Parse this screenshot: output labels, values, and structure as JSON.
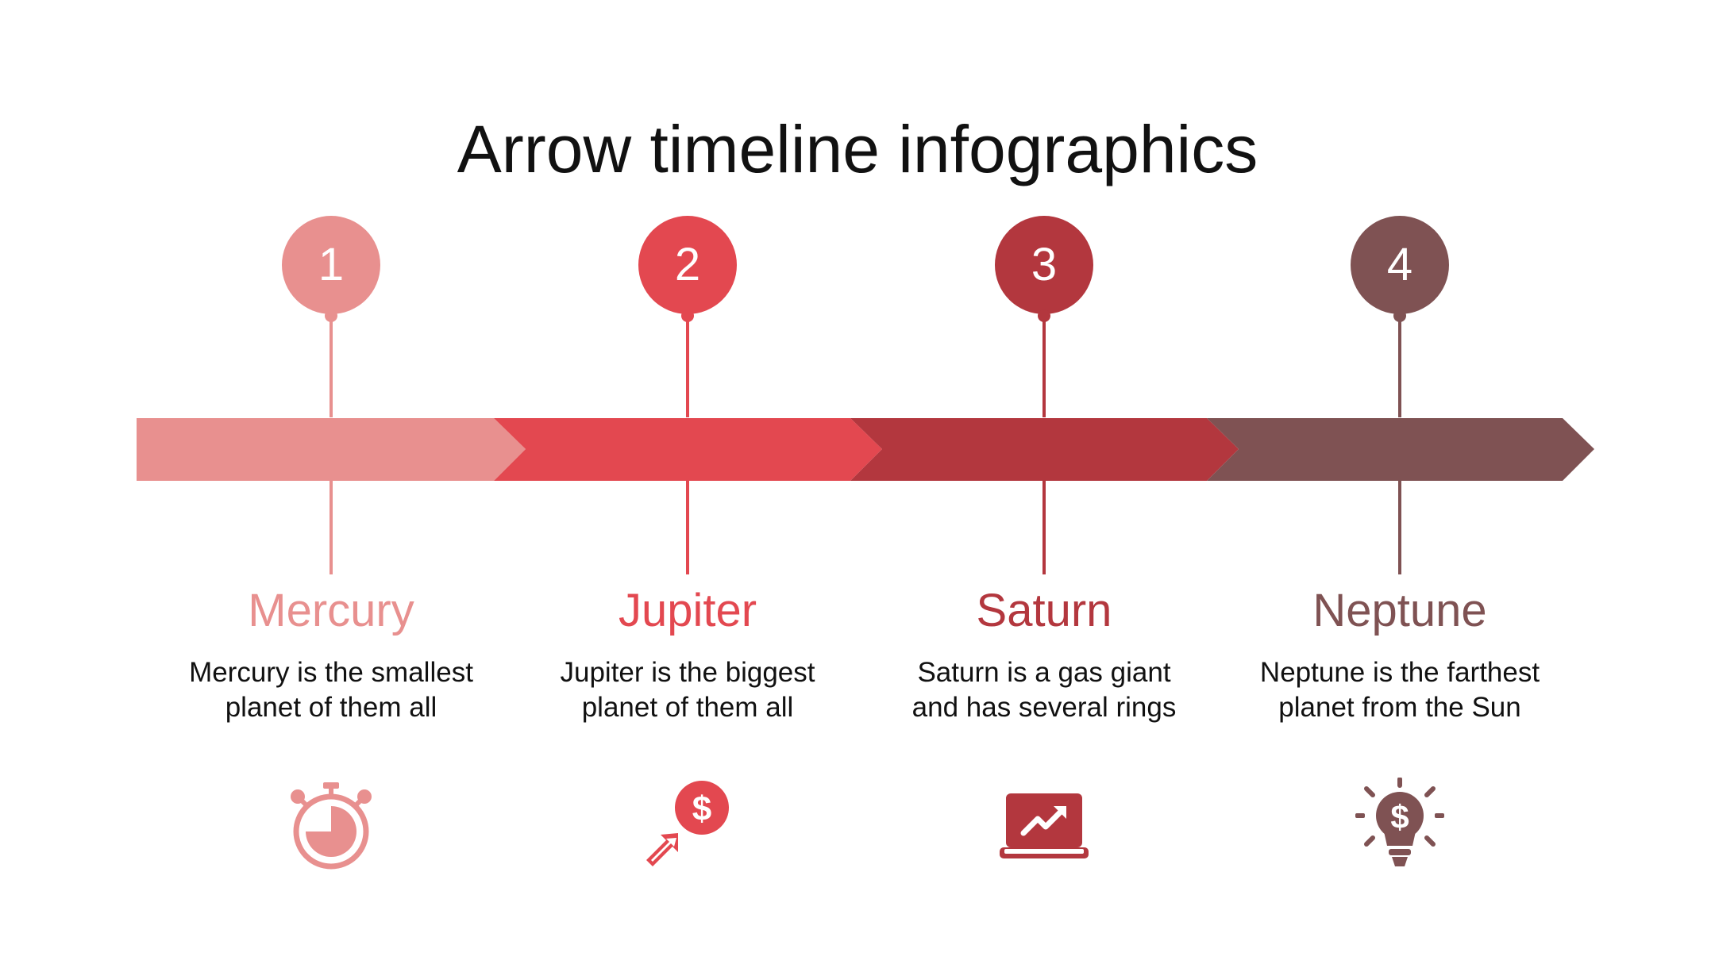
{
  "title": "Arrow timeline infographics",
  "colors": {
    "step1": "#e8908f",
    "step2": "#e34850",
    "step3": "#b3373e",
    "step4": "#7f5253"
  },
  "steps": [
    {
      "number": "1",
      "name": "Mercury",
      "desc_line1": "Mercury is the smallest",
      "desc_line2": "planet of them all",
      "icon": "stopwatch-icon",
      "color": "#e8908f"
    },
    {
      "number": "2",
      "name": "Jupiter",
      "desc_line1": "Jupiter is the biggest",
      "desc_line2": "planet of them all",
      "icon": "dollar-click-icon",
      "color": "#e34850"
    },
    {
      "number": "3",
      "name": "Saturn",
      "desc_line1": "Saturn is a gas giant",
      "desc_line2": "and has several rings",
      "icon": "laptop-growth-icon",
      "color": "#b3373e"
    },
    {
      "number": "4",
      "name": "Neptune",
      "desc_line1": "Neptune is the farthest",
      "desc_line2": "planet from the Sun",
      "icon": "lightbulb-dollar-icon",
      "color": "#7f5253"
    }
  ]
}
